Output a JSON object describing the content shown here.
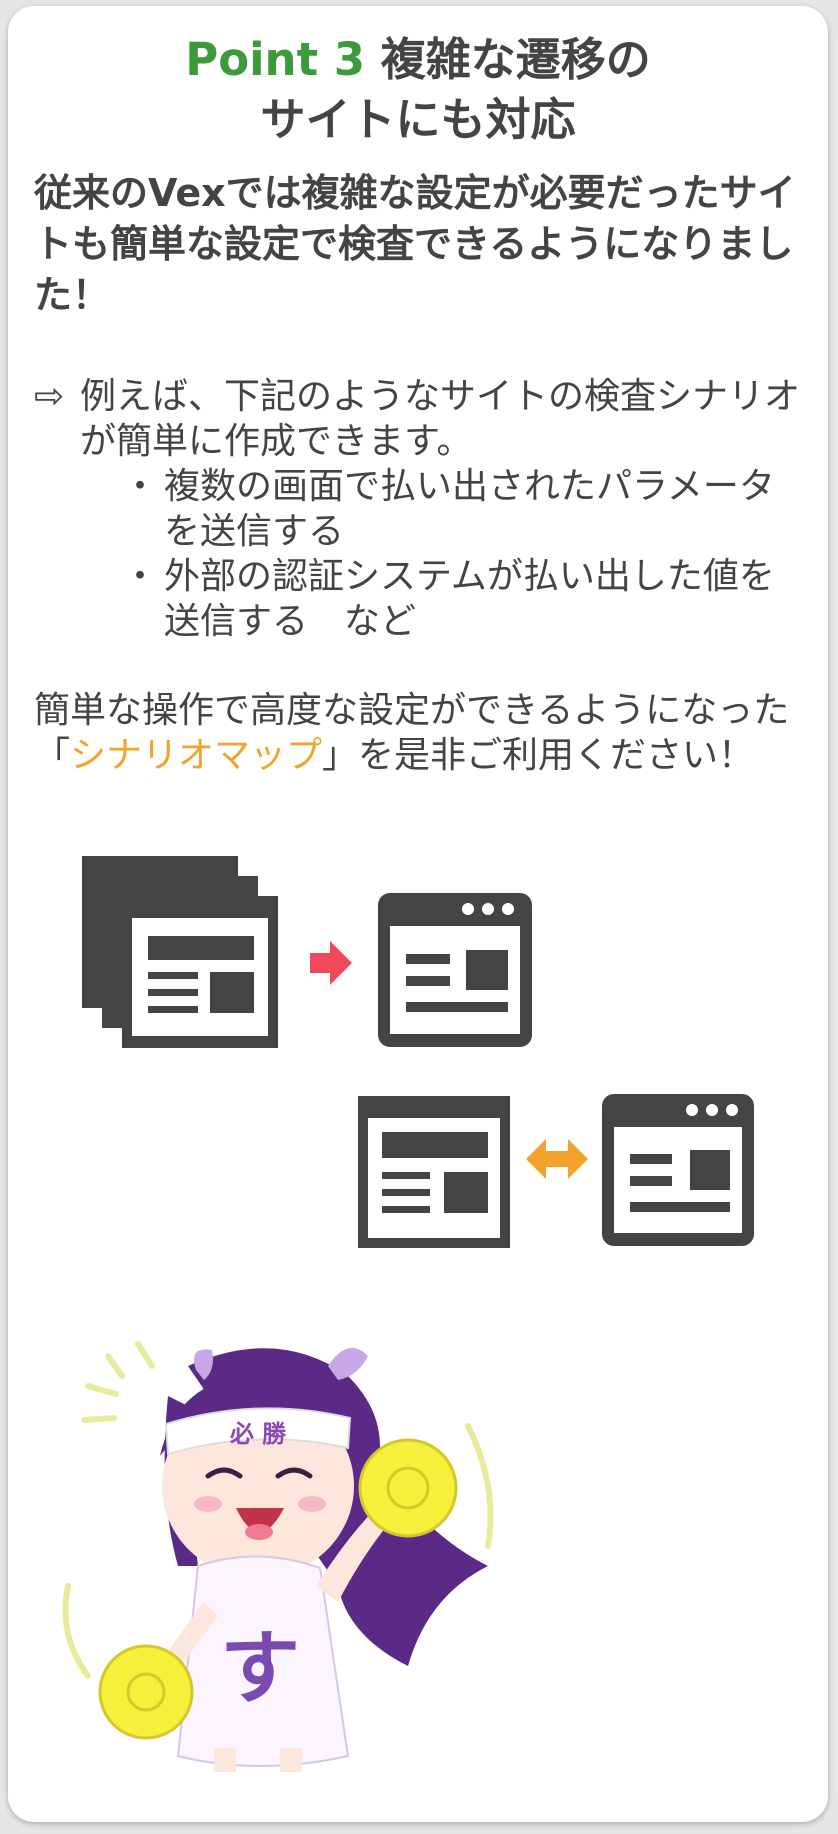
{
  "title": {
    "point_label": "Point 3",
    "line1_rest": " 複雑な遷移の",
    "line2": "サイトにも対応"
  },
  "lead_text": "従来のVexでは複雑な設定が必要だったサイトも簡単な設定で検査できるようになりました！",
  "example": {
    "arrow": "⇨",
    "text": "例えば、下記のようなサイトの検査シナリオが簡単に作成できます。",
    "bullet_glyph": "・",
    "bullets": [
      "複数の画面で払い出されたパラメータを送信する",
      "外部の認証システムが払い出した値を送信する　など"
    ]
  },
  "closing": {
    "before": "簡単な操作で高度な設定ができるようになった「",
    "highlight": "シナリオマップ",
    "after": "」を是非ご利用ください！"
  },
  "mascot": {
    "headband_text": "必 勝",
    "shirt_text": "す"
  },
  "colors": {
    "title_green": "#3c9a3a",
    "highlight_orange": "#f2a32b",
    "arrow_red": "#f04a5a",
    "arrow_orange": "#f2a32b",
    "icon_dark": "#444444",
    "pompom_yellow": "#f5f03a",
    "hair_purple": "#5a2a86"
  },
  "icons": [
    "stacked-pages-icon",
    "right-arrow-icon",
    "browser-window-icon",
    "page-icon",
    "double-arrow-icon"
  ]
}
